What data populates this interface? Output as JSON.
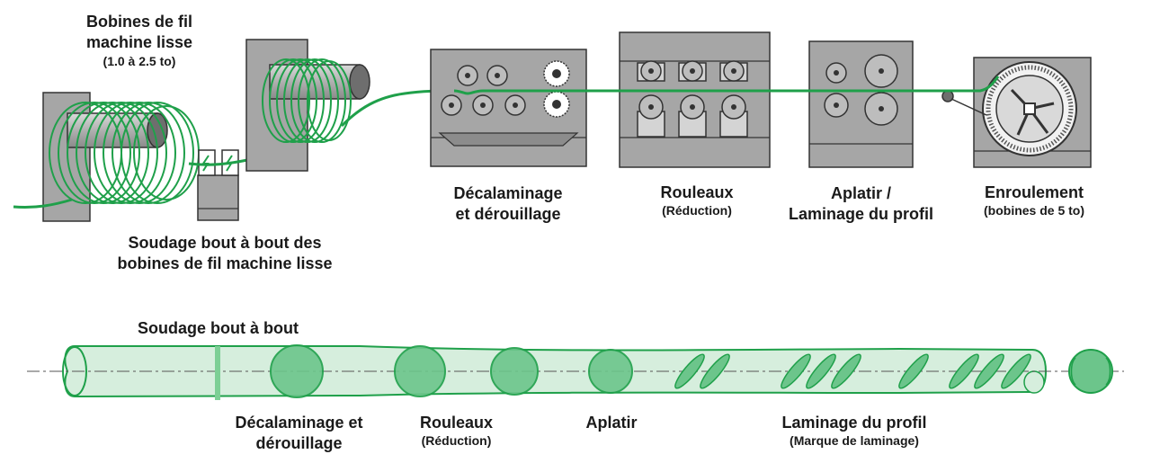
{
  "top_labels": {
    "coils_title_1": "Bobines de fil",
    "coils_title_2": "machine lisse",
    "coils_weight": "(1.0 à 2.5 to)",
    "weld_1": "Soudage bout à bout des",
    "weld_2": "bobines de fil machine lisse",
    "descale_1": "Décalaminage",
    "descale_2": "et dérouillage",
    "rollers": "Rouleaux",
    "rollers_sub": "(Réduction)",
    "flatten_1": "Aplatir /",
    "flatten_2": "Laminage du profil",
    "coiling": "Enroulement",
    "coiling_sub": "(bobines de 5 to)"
  },
  "bottom_labels": {
    "weld": "Soudage bout à bout",
    "descale_1": "Décalaminage et",
    "descale_2": "dérouillage",
    "rollers": "Rouleaux",
    "rollers_sub": "(Réduction)",
    "flatten": "Aplatir",
    "profile": "Laminage du profil",
    "profile_sub": "(Marque de laminage)"
  },
  "colors": {
    "wire": "#1fa04a",
    "wire_light": "#d6eedd",
    "section_fill": "#6cc58b",
    "machine_fill": "#a6a6a6",
    "machine_dark": "#6e6e6e",
    "stroke": "#333333"
  }
}
